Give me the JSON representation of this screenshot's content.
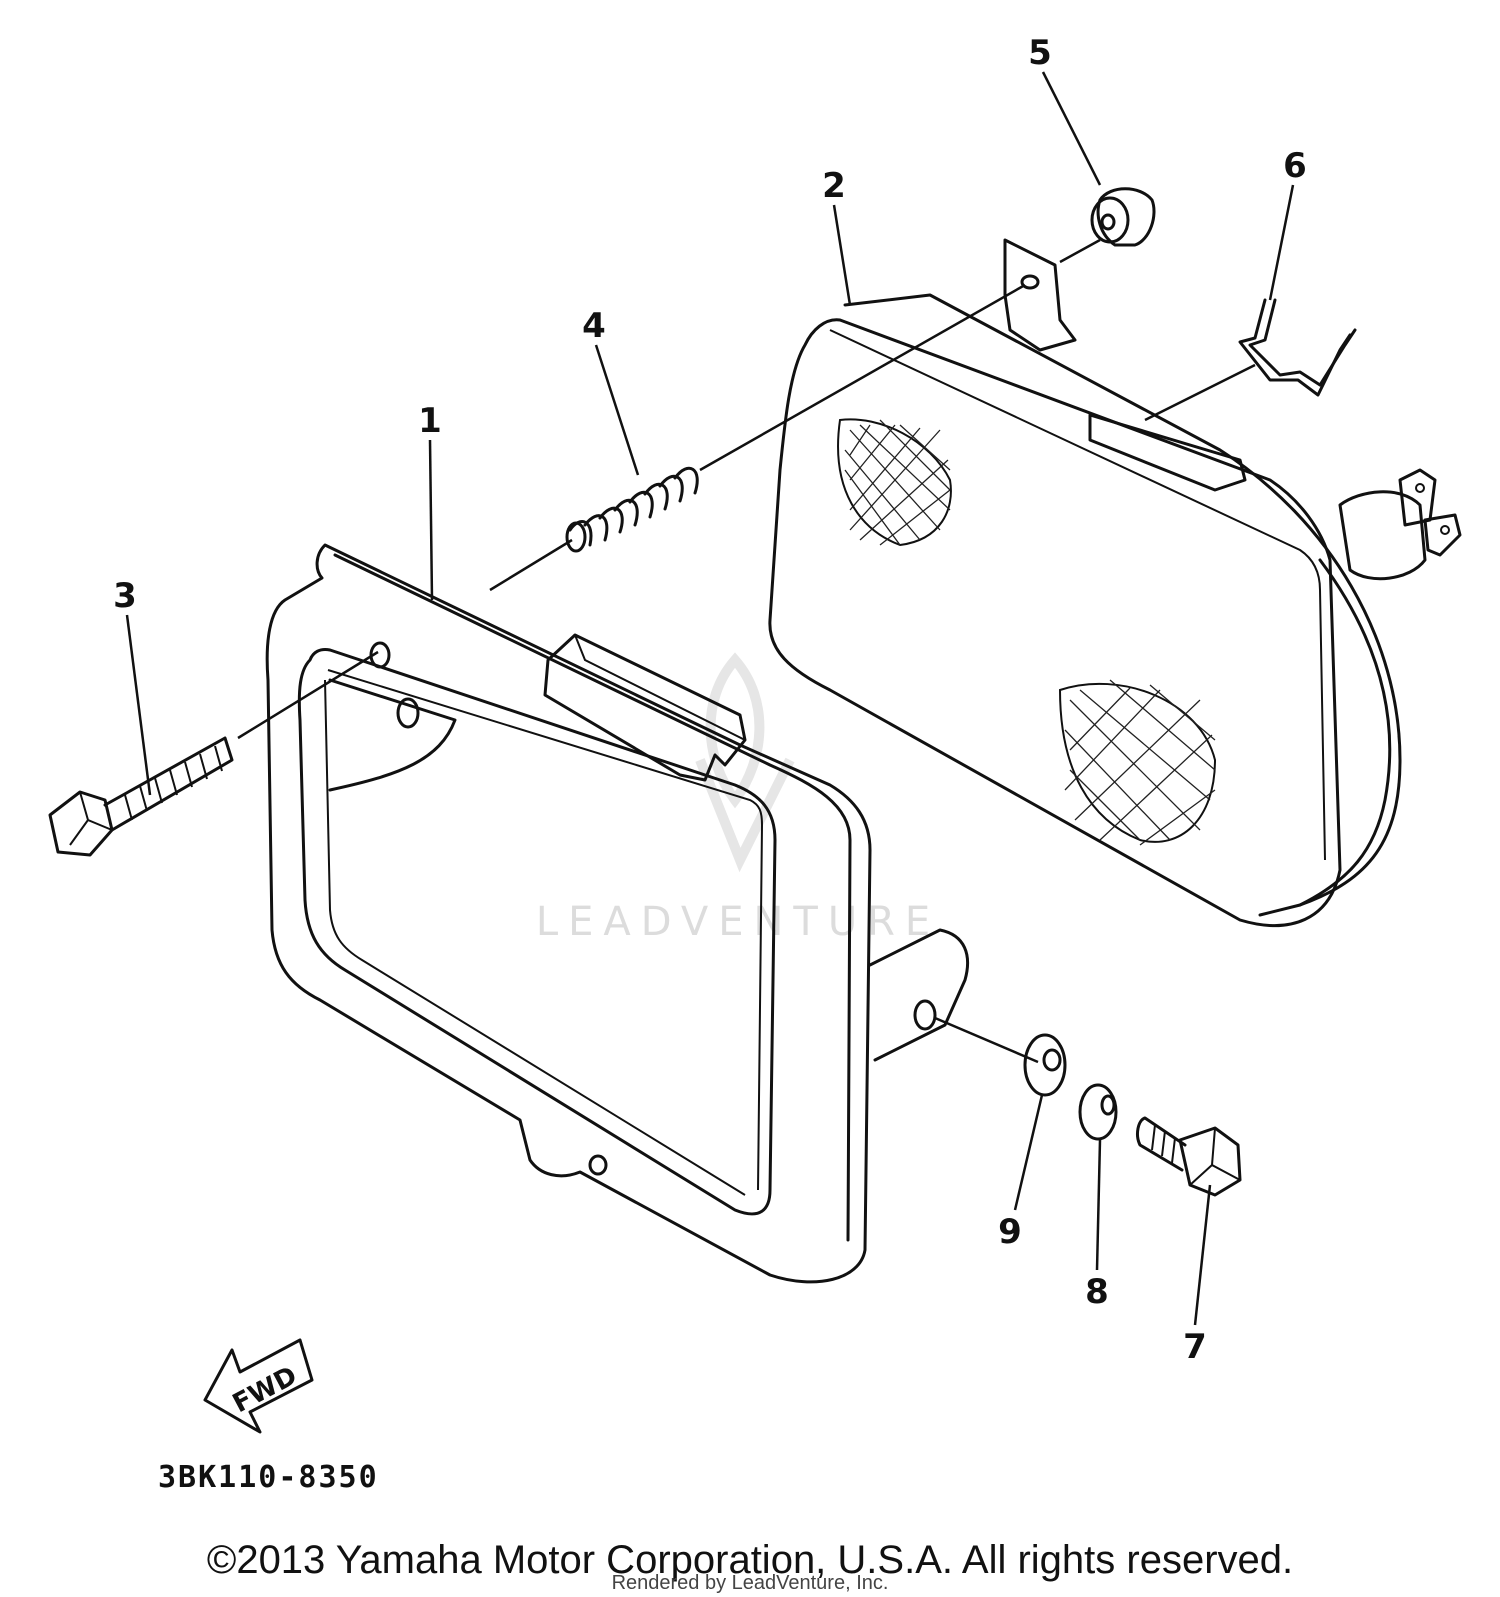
{
  "diagram": {
    "callouts": [
      {
        "id": "1",
        "label": "1"
      },
      {
        "id": "2",
        "label": "2"
      },
      {
        "id": "3",
        "label": "3"
      },
      {
        "id": "4",
        "label": "4"
      },
      {
        "id": "5",
        "label": "5"
      },
      {
        "id": "6",
        "label": "6"
      },
      {
        "id": "7",
        "label": "7"
      },
      {
        "id": "8",
        "label": "8"
      },
      {
        "id": "9",
        "label": "9"
      }
    ],
    "direction_label": "FWD",
    "diagram_code": "3BK110-8350",
    "watermark": "LEADVENTURE"
  },
  "footer": {
    "copyright": "©2013 Yamaha Motor Corporation, U.S.A. All rights reserved.",
    "rendered_by": "Rendered by LeadVenture, Inc."
  }
}
